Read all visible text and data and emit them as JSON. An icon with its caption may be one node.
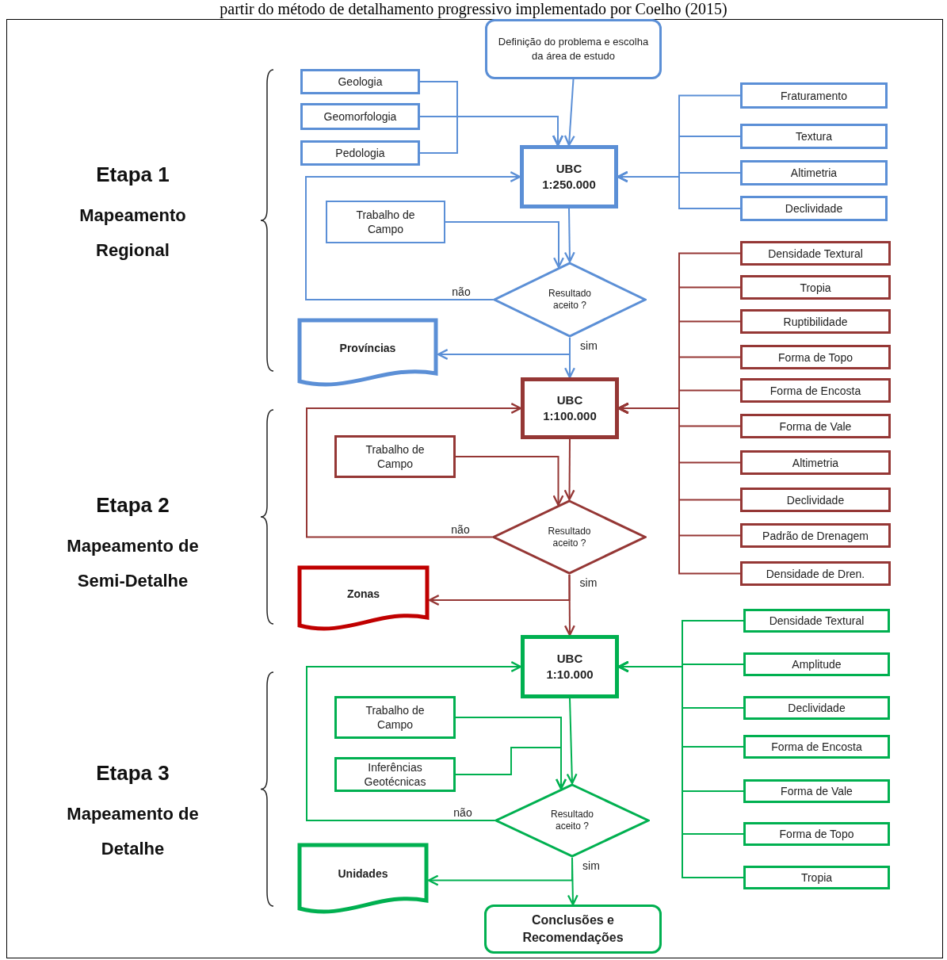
{
  "diagram": {
    "caption": "partir do método de detalhamento progressivo implementado por Coelho (2015)",
    "nodes": [
      {
        "text": [
          "Definição do problema e escolha da área de estudo"
        ]
      },
      {
        "text": [
          "Geologia"
        ]
      },
      {
        "text": [
          "Geomorfologia"
        ]
      },
      {
        "text": [
          "Pedologia"
        ]
      },
      {
        "text": [
          "UBC 1:250.000"
        ]
      },
      {
        "text": [
          "Trabalho de Campo"
        ]
      },
      {
        "text": [
          "Resultado aceito ?"
        ]
      },
      {
        "text": [
          "Províncias"
        ]
      },
      {
        "text": [
          "Fraturamento"
        ]
      },
      {
        "text": [
          "Textura"
        ]
      },
      {
        "text": [
          "Altimetria"
        ]
      },
      {
        "text": [
          "Declividade"
        ]
      },
      {
        "text": [
          "UBC 1:100.000"
        ]
      },
      {
        "text": [
          "Trabalho de Campo"
        ]
      },
      {
        "text": [
          "Resultado aceito ?"
        ]
      },
      {
        "text": [
          "Zonas"
        ]
      },
      {
        "text": [
          "Densidade Textural"
        ]
      },
      {
        "text": [
          "Tropia"
        ]
      },
      {
        "text": [
          "Ruptibilidade"
        ]
      },
      {
        "text": [
          "Forma de Topo"
        ]
      },
      {
        "text": [
          "Forma de Encosta"
        ]
      },
      {
        "text": [
          "Forma de Vale"
        ]
      },
      {
        "text": [
          "Altimetria"
        ]
      },
      {
        "text": [
          "Declividade"
        ]
      },
      {
        "text": [
          "Padrão de Drenagem"
        ]
      },
      {
        "text": [
          "Densidade de Dren."
        ]
      },
      {
        "text": [
          "UBC 1:10.000"
        ]
      },
      {
        "text": [
          "Trabalho de Campo"
        ]
      },
      {
        "text": [
          "Inferências Geotécnicas"
        ]
      },
      {
        "text": [
          "Resultado aceito ?"
        ]
      },
      {
        "text": [
          "Unidades"
        ]
      },
      {
        "text": [
          "Conclusões e Recomendações"
        ]
      },
      {
        "text": [
          "Densidade Textural"
        ]
      },
      {
        "text": [
          "Amplitude"
        ]
      },
      {
        "text": [
          "Declividade"
        ]
      },
      {
        "text": [
          "Forma de Encosta"
        ]
      },
      {
        "text": [
          "Forma de Vale"
        ]
      },
      {
        "text": [
          "Forma de Topo"
        ]
      },
      {
        "text": [
          "Tropia"
        ]
      }
    ],
    "edges": [
      {
        "from": 0,
        "to": 4,
        "arrow": "to",
        "color": "#5b8fd6"
      },
      {
        "from": 1,
        "to": 4,
        "arrow": "to",
        "color": "#5b8fd6"
      },
      {
        "from": 2,
        "to": 4,
        "arrow": "to",
        "color": "#5b8fd6"
      },
      {
        "from": 3,
        "to": 4,
        "arrow": "to",
        "color": "#5b8fd6"
      },
      {
        "from": 8,
        "to": 4,
        "arrow": "to",
        "color": "#5b8fd6"
      },
      {
        "from": 9,
        "to": 4,
        "arrow": "to",
        "color": "#5b8fd6"
      },
      {
        "from": 10,
        "to": 4,
        "arrow": "to",
        "color": "#5b8fd6"
      },
      {
        "from": 11,
        "to": 4,
        "arrow": "to",
        "color": "#5b8fd6"
      },
      {
        "from": 4,
        "to": 6,
        "arrow": "to",
        "color": "#5b8fd6"
      },
      {
        "from": 5,
        "to": 6,
        "arrow": "to",
        "color": "#5b8fd6"
      },
      {
        "from": 6,
        "to": 4,
        "arrow": "to",
        "label": "não",
        "color": "#5b8fd6"
      },
      {
        "from": 6,
        "to": 7,
        "arrow": "to",
        "color": "#5b8fd6"
      },
      {
        "from": 6,
        "to": 12,
        "arrow": "to",
        "label": "sim",
        "color": "#5b8fd6"
      },
      {
        "from": 16,
        "to": 12,
        "arrow": "to",
        "color": "#953735"
      },
      {
        "from": 17,
        "to": 12,
        "arrow": "to",
        "color": "#953735"
      },
      {
        "from": 18,
        "to": 12,
        "arrow": "to",
        "color": "#953735"
      },
      {
        "from": 19,
        "to": 12,
        "arrow": "to",
        "color": "#953735"
      },
      {
        "from": 20,
        "to": 12,
        "arrow": "to",
        "color": "#953735"
      },
      {
        "from": 21,
        "to": 12,
        "arrow": "to",
        "color": "#953735"
      },
      {
        "from": 22,
        "to": 12,
        "arrow": "to",
        "color": "#953735"
      },
      {
        "from": 23,
        "to": 12,
        "arrow": "to",
        "color": "#953735"
      },
      {
        "from": 24,
        "to": 12,
        "arrow": "to",
        "color": "#953735"
      },
      {
        "from": 25,
        "to": 12,
        "arrow": "to",
        "color": "#953735"
      },
      {
        "from": 12,
        "to": 14,
        "arrow": "to",
        "color": "#953735"
      },
      {
        "from": 13,
        "to": 14,
        "arrow": "to",
        "color": "#953735"
      },
      {
        "from": 14,
        "to": 12,
        "arrow": "to",
        "label": "não",
        "color": "#953735"
      },
      {
        "from": 14,
        "to": 15,
        "arrow": "to",
        "color": "#953735"
      },
      {
        "from": 14,
        "to": 26,
        "arrow": "to",
        "label": "sim",
        "color": "#953735"
      },
      {
        "from": 32,
        "to": 26,
        "arrow": "to",
        "color": "#00b050"
      },
      {
        "from": 33,
        "to": 26,
        "arrow": "to",
        "color": "#00b050"
      },
      {
        "from": 34,
        "to": 26,
        "arrow": "to",
        "color": "#00b050"
      },
      {
        "from": 35,
        "to": 26,
        "arrow": "to",
        "color": "#00b050"
      },
      {
        "from": 36,
        "to": 26,
        "arrow": "to",
        "color": "#00b050"
      },
      {
        "from": 37,
        "to": 26,
        "arrow": "to",
        "color": "#00b050"
      },
      {
        "from": 38,
        "to": 26,
        "arrow": "to",
        "color": "#00b050"
      },
      {
        "from": 26,
        "to": 29,
        "arrow": "to",
        "color": "#00b050"
      },
      {
        "from": 27,
        "to": 29,
        "arrow": "to",
        "color": "#00b050"
      },
      {
        "from": 28,
        "to": 29,
        "arrow": "to",
        "color": "#00b050"
      },
      {
        "from": 29,
        "to": 26,
        "arrow": "to",
        "label": "não",
        "color": "#00b050"
      },
      {
        "from": 29,
        "to": 30,
        "arrow": "to",
        "color": "#00b050"
      },
      {
        "from": 29,
        "to": 31,
        "arrow": "to",
        "label": "sim",
        "color": "#00b050"
      }
    ],
    "labels": [
      "Etapa 1",
      "Mapeamento Regional",
      "Etapa 2",
      "Mapeamento de Semi-Detalhe",
      "Etapa 3",
      "Mapeamento de Detalhe"
    ]
  }
}
